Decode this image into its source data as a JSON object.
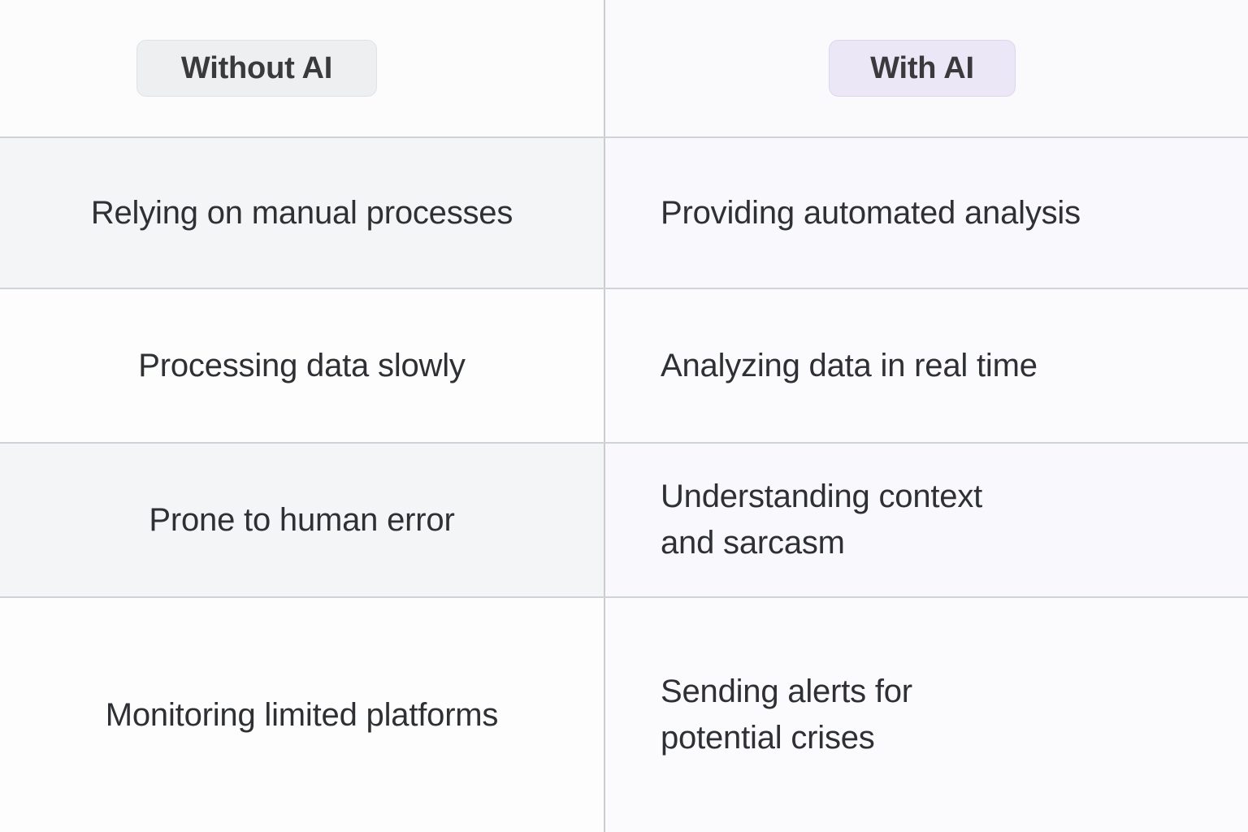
{
  "table": {
    "header": {
      "left_label": "Without AI",
      "right_label": "With AI"
    },
    "columns": [
      "Without AI",
      "With AI"
    ],
    "rows": [
      {
        "left": "Relying on manual processes",
        "right": "Providing automated analysis"
      },
      {
        "left": "Processing data slowly",
        "right": "Analyzing data in real time"
      },
      {
        "left": "Prone to human error",
        "right": "Understanding context\nand sarcasm"
      },
      {
        "left": "Monitoring limited platforms",
        "right": "Sending alerts for\npotential crises"
      }
    ],
    "colors": {
      "badge_without_bg": "#eeeff0",
      "badge_with_bg": "#ece7f7",
      "text": "#2e3033",
      "divider": "#cfd2d6",
      "row_shade_left": "#f4f5f6",
      "right_column_tint": "#f9f8fc"
    }
  }
}
